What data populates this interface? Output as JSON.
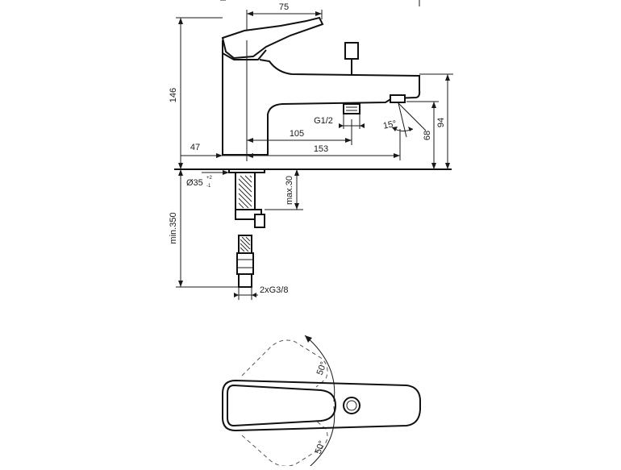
{
  "dimensions": {
    "top_width": "75",
    "height_total": "146",
    "spout_height_outer": "94",
    "spout_height_inner": "68",
    "angle_spout": "15°",
    "connection_thread": "G1/2",
    "depth_105": "105",
    "depth_153": "153",
    "offset_47": "47",
    "base_diameter": "Ø35",
    "base_tol_plus": "+2",
    "base_tol_minus": "-1",
    "max_deck": "max.30",
    "min_hose": "min.350",
    "hose_thread": "2xG3/8",
    "angle_top": "50°",
    "angle_bottom": "50°"
  },
  "colors": {
    "line": "#1a1a1a",
    "background": "#ffffff"
  }
}
